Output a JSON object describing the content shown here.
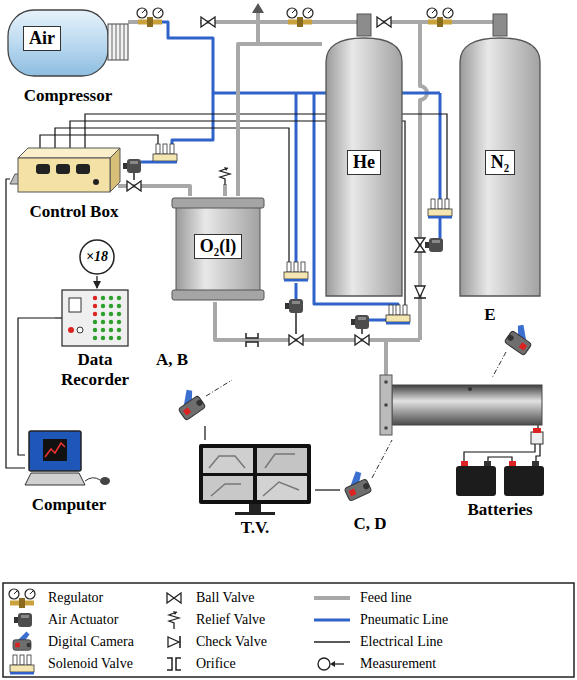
{
  "diagram": {
    "nodes": [
      {
        "text": [
          "Air",
          "Compressor"
        ]
      },
      {
        "text": [
          "He"
        ]
      },
      {
        "text": [
          "N₂"
        ]
      },
      {
        "text": [
          "Control Box"
        ]
      },
      {
        "text": [
          "O₂(l)"
        ]
      },
      {
        "text": [
          "×18"
        ]
      },
      {
        "text": [
          "Data Recorder"
        ]
      },
      {
        "text": [
          "A, B"
        ]
      },
      {
        "text": [
          "E"
        ]
      },
      {
        "text": [
          "Computer"
        ]
      },
      {
        "text": [
          "T.V."
        ]
      },
      {
        "text": [
          "C, D"
        ]
      },
      {
        "text": [
          "Batteries"
        ]
      }
    ],
    "edges": [
      {
        "from": 1,
        "to": 4,
        "arrow": "none"
      },
      {
        "from": 5,
        "to": 6,
        "arrow": "to"
      },
      {
        "from": 6,
        "to": 9,
        "arrow": "none"
      },
      {
        "from": 3,
        "to": 9,
        "arrow": "none"
      },
      {
        "from": 7,
        "to": 10,
        "arrow": "none"
      },
      {
        "from": 11,
        "to": 10,
        "arrow": "none"
      }
    ],
    "legend": [
      {
        "text": "Regulator"
      },
      {
        "text": "Ball Valve"
      },
      {
        "text": "Feed line"
      },
      {
        "text": "Air Actuator"
      },
      {
        "text": "Relief Valve"
      },
      {
        "text": "Pneumatic Line"
      },
      {
        "text": "Digital Camera"
      },
      {
        "text": "Check Valve"
      },
      {
        "text": "Electrical Line"
      },
      {
        "text": "Solenoid Valve"
      },
      {
        "text": "Orifice"
      },
      {
        "text": "Measurement"
      }
    ]
  }
}
